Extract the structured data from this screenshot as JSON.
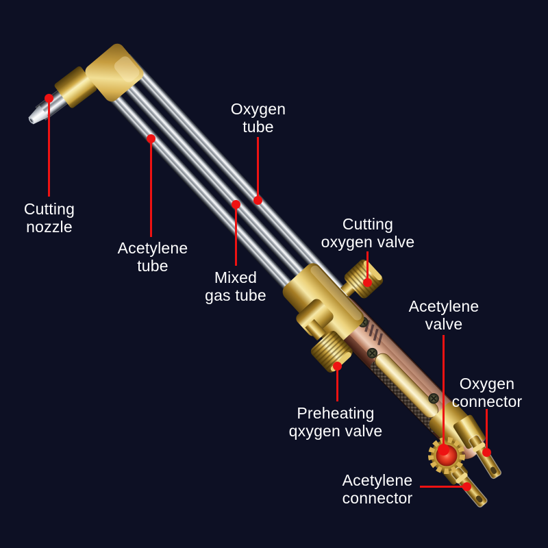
{
  "colors": {
    "background": "#0d1024",
    "annotation_red": "#ee1212",
    "label_text": "#ffffff",
    "brass": "#d9b253",
    "steel_tube": "#c9ced6",
    "copper_handle": "#b57d63",
    "valve_knob_red": "#d8392a"
  },
  "annotations": {
    "cutting_nozzle": {
      "line1": "Cutting",
      "line2": "nozzle"
    },
    "oxygen_tube": {
      "line1": "Oxygen",
      "line2": "tube"
    },
    "acetylene_tube": {
      "line1": "Acetylene",
      "line2": "tube"
    },
    "mixed_gas_tube": {
      "line1": "Mixed",
      "line2": "gas tube"
    },
    "cutting_oxygen_valve": {
      "line1": "Cutting",
      "line2": "oxygen valve"
    },
    "acetylene_valve": {
      "line1": "Acetylene",
      "line2": "valve"
    },
    "oxygen_connector": {
      "line1": "Oxygen",
      "line2": "connector"
    },
    "preheating_oxygen_valve": {
      "line1": "Preheating",
      "line2": "qxygen valve"
    },
    "acetylene_connector": {
      "line1": "Acetylene",
      "line2": "connector"
    }
  }
}
